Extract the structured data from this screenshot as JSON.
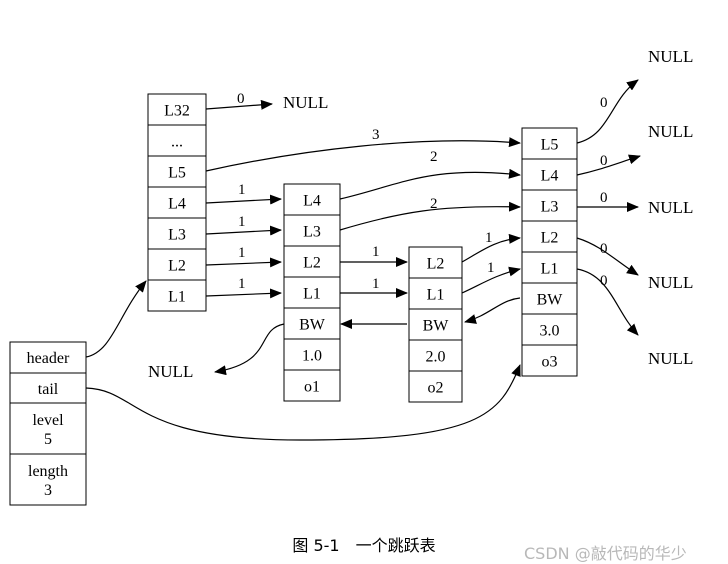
{
  "list": {
    "fields": [
      "header",
      "tail",
      "level\n5",
      "length\n3"
    ]
  },
  "header_node": {
    "levels": [
      "L32",
      "...",
      "L5",
      "L4",
      "L3",
      "L2",
      "L1"
    ]
  },
  "nodes": [
    {
      "id": "n1",
      "levels": [
        "L4",
        "L3",
        "L2",
        "L1"
      ],
      "backward": "BW",
      "score": "1.0",
      "obj": "o1"
    },
    {
      "id": "n2",
      "levels": [
        "L2",
        "L1"
      ],
      "backward": "BW",
      "score": "2.0",
      "obj": "o2"
    },
    {
      "id": "n3",
      "levels": [
        "L5",
        "L4",
        "L3",
        "L2",
        "L1"
      ],
      "backward": "BW",
      "score": "3.0",
      "obj": "o3"
    }
  ],
  "null_label": "NULL",
  "spans": {
    "header_L32": "0",
    "header_L5": "3",
    "header_L4": "1",
    "header_L3": "1",
    "header_L2": "1",
    "header_L1": "1",
    "n1_L4": "2",
    "n1_L3": "2",
    "n1_L2": "1",
    "n1_L1": "1",
    "n2_L2": "1",
    "n2_L1": "1",
    "n3_L5": "0",
    "n3_L4": "0",
    "n3_L3": "0",
    "n3_L2": "0",
    "n3_L1": "0"
  },
  "caption": "图 5-1　一个跳跃表",
  "watermark": "CSDN @敲代码的华少"
}
